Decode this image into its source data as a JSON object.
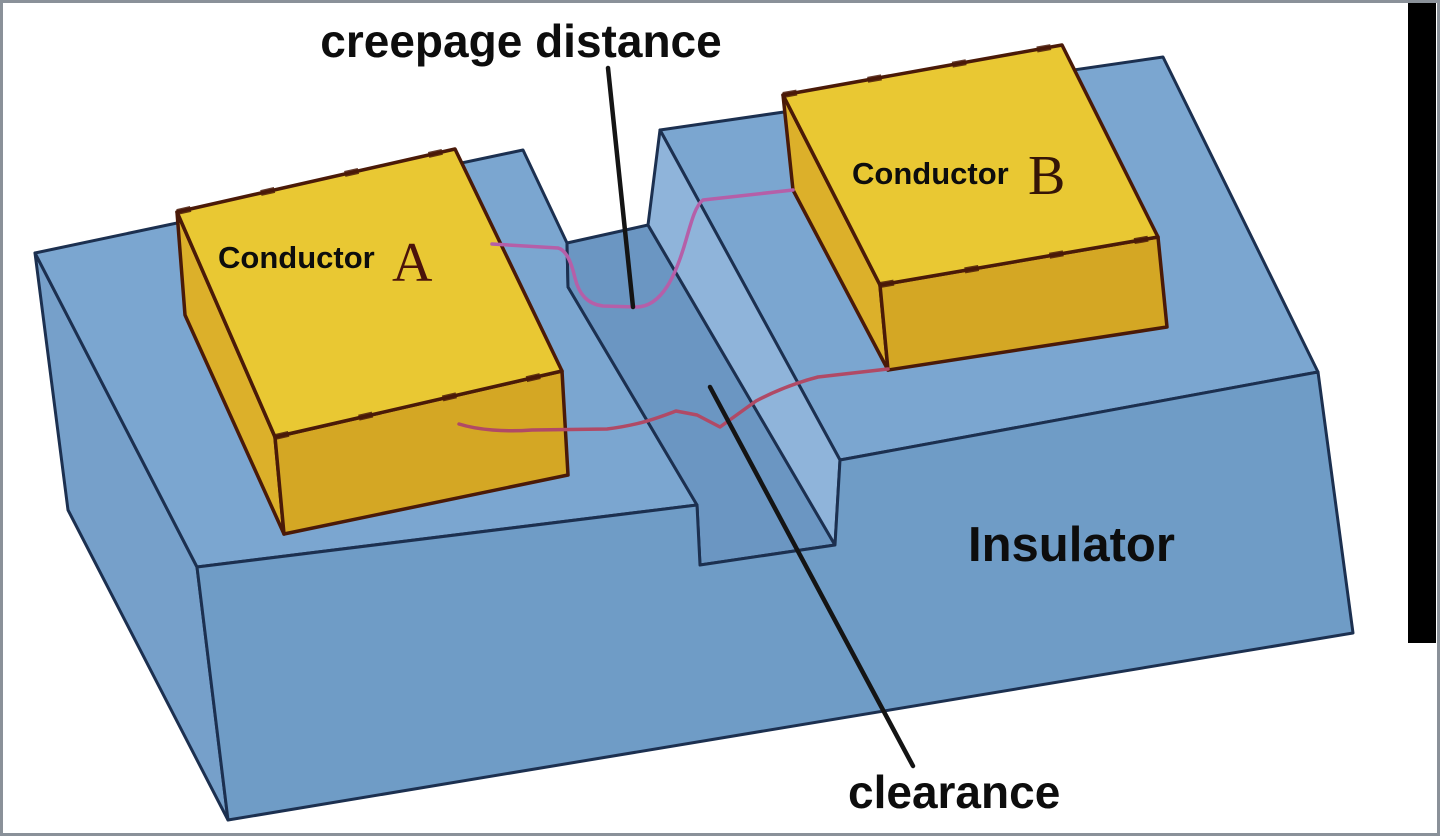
{
  "labels": {
    "creepage_distance": "creepage distance",
    "clearance": "clearance",
    "insulator": "Insulator",
    "conductor_a": {
      "word": "Conductor",
      "letter": "A"
    },
    "conductor_b": {
      "word": "Conductor",
      "letter": "B"
    }
  },
  "colors": {
    "background": "#ffffff",
    "insulator_top": "#7ba6d0",
    "insulator_front": "#6f9cc6",
    "insulator_left": "#76a0ca",
    "trench_floor": "#6b96c2",
    "trench_wall": "#8fb4da",
    "insulator_outline": "#1c3050",
    "conductor_top": "#e9c833",
    "conductor_side": "#dcb02a",
    "conductor_front": "#d4a724",
    "conductor_outline": "#4a1a08",
    "creepage_line": "#b55fa8",
    "surface_line": "#b04a66",
    "pointer_line": "#141414",
    "label_color": "#0d0d0d",
    "letter_a_color": "#4b130a",
    "letter_b_color": "#351507",
    "border_color": "#8a9199",
    "side_bar": "#000000"
  }
}
